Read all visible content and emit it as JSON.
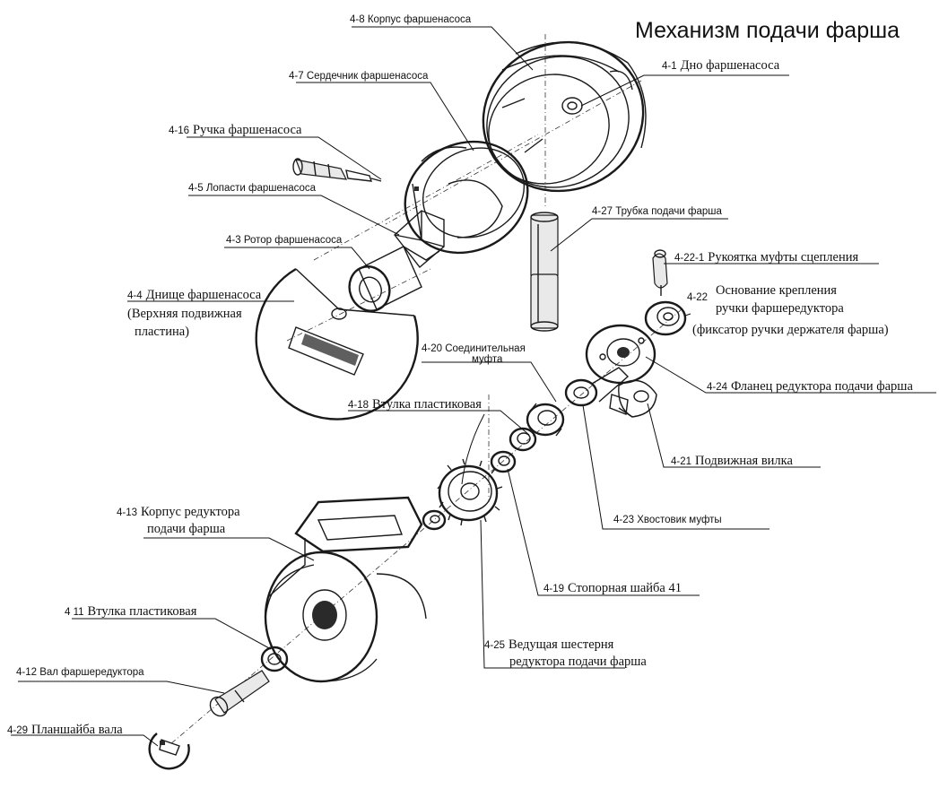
{
  "title": "Механизм подачи фарша",
  "labels": {
    "l_4_8": "4-8 Корпус фаршенасоса",
    "l_4_1_num": "4-1",
    "l_4_1_text": "Дно фаршенасоса",
    "l_4_7": "4-7 Сердечник фаршенасоса",
    "l_4_16_num": "4-16",
    "l_4_16_text": "Ручка фаршенасоса",
    "l_4_5": "4-5 Лопасти фаршенасоса",
    "l_4_27": "4-27 Трубка подачи фарша",
    "l_4_3": "4-3 Ротор фаршенасоса",
    "l_4_22_1_num": "4-22-1",
    "l_4_22_1_text": "Рукоятка муфты сцепления",
    "l_4_4_num": "4-4",
    "l_4_4_text": "Днище фаршенасоса",
    "l_4_4_sub1": "(Верхняя подвижная",
    "l_4_4_sub2": "пластина)",
    "l_4_22_num": "4-22",
    "l_4_22_line1": "Основание крепления",
    "l_4_22_line2": "ручки фаршередуктора",
    "l_4_22_line3": "(фиксатор ручки держателя фарша)",
    "l_4_20_line1": "4-20 Соединительная",
    "l_4_20_line2": "муфта",
    "l_4_18_num": "4-18",
    "l_4_18_text": "Втулка пластиковая",
    "l_4_24_num": "4-24",
    "l_4_24_text": "Фланец редуктора подачи фарша",
    "l_4_21_num": "4-21",
    "l_4_21_text": "Подвижная вилка",
    "l_4_13_num": "4-13",
    "l_4_13_line1": "Корпус редуктора",
    "l_4_13_line2": "подачи фарша",
    "l_4_23": "4-23 Хвостовик муфты",
    "l_4_19_num": "4-19",
    "l_4_19_text": "Стопорная шайба 41",
    "l_4_11_num": "4 11",
    "l_4_11_text": "Втулка пластиковая",
    "l_4_25_num": "4-25",
    "l_4_25_line1": "Ведущая шестерня",
    "l_4_25_line2": "редуктора подачи фарша",
    "l_4_12": "4-12 Вал фаршередуктора",
    "l_4_29_num": "4-29",
    "l_4_29_text": "Планшайба вала"
  }
}
